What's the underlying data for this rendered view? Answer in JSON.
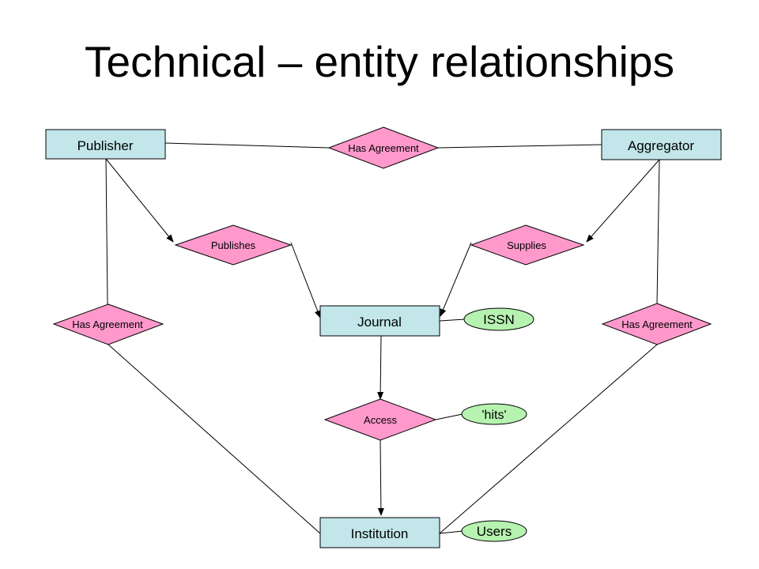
{
  "title": "Technical – entity relationships",
  "colors": {
    "entity_fill": "#c2e6ea",
    "relationship_fill": "#ff99cc",
    "attribute_fill": "#b6f2b0",
    "line": "#000000"
  },
  "entities": {
    "publisher": "Publisher",
    "aggregator": "Aggregator",
    "journal": "Journal",
    "institution": "Institution"
  },
  "relationships": {
    "publisher_aggregator": "Has Agreement",
    "publishes": "Publishes",
    "supplies": "Supplies",
    "publisher_institution": "Has Agreement",
    "aggregator_institution": "Has Agreement",
    "access": "Access"
  },
  "attributes": {
    "issn": "ISSN",
    "hits": "'hits'",
    "users": "Users"
  }
}
